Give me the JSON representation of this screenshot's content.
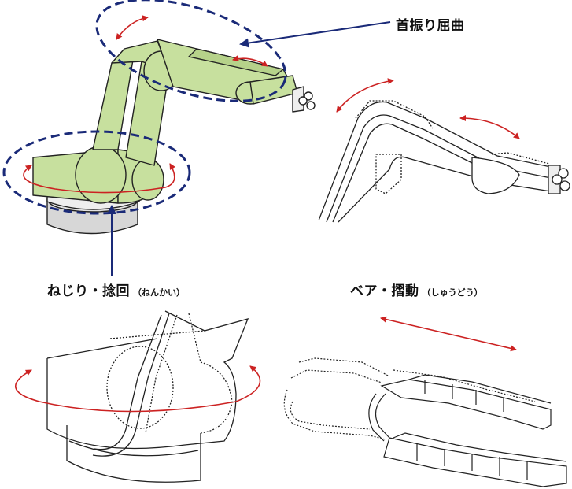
{
  "labels": {
    "neck_bend": "首振り屈曲",
    "twist_main": "ねじり・捻回",
    "twist_reading": "（ねんかい）",
    "bearing_main": "ベア・摺動",
    "bearing_reading": "（しゅうどう）"
  },
  "colors": {
    "robot_fill": "#c7e09e",
    "outline": "#222222",
    "dashed_ellipse": "#1a2a78",
    "pointer_arrow": "#1a2a78",
    "motion_arrow": "#cc2222",
    "base_fill": "#d7d7d7"
  }
}
